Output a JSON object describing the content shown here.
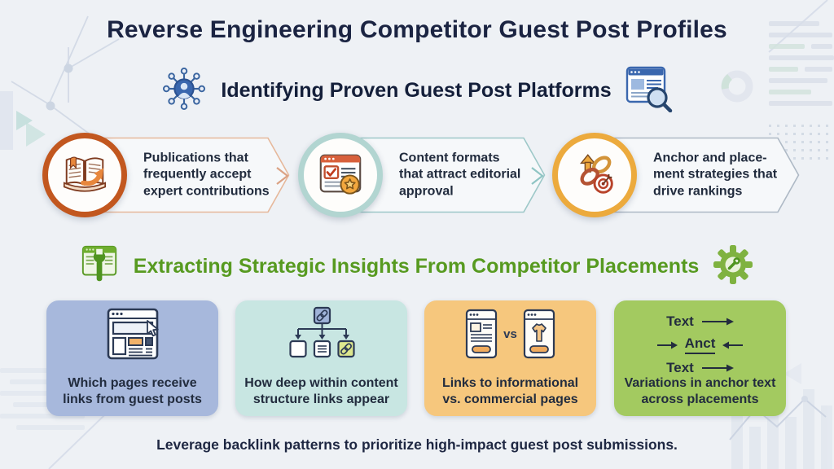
{
  "title": "Reverse Engineering Competitor Guest Post Profiles",
  "s1": {
    "heading": "Identifying Proven Guest Post Platforms",
    "left_icon": "people-network-icon",
    "right_icon": "page-search-icon",
    "items": [
      {
        "icon": "open-book-arrow-icon",
        "accent": "#c2571f",
        "lines": [
          "Publications that",
          "frequently accept",
          "expert contributions"
        ]
      },
      {
        "icon": "approved-article-icon",
        "accent": "#b2d5d1",
        "lines": [
          "Content formats",
          "that attract editorial",
          "approval"
        ]
      },
      {
        "icon": "link-chain-target-icon",
        "accent": "#ecaa3d",
        "lines": [
          "Anchor and place-",
          "ment strategies that",
          "drive rankings"
        ]
      }
    ]
  },
  "s2": {
    "heading": "Extracting Strategic Insights From Competitor Placements",
    "heading_color": "#579a20",
    "left_icon": "page-wrench-icon",
    "right_icon": "gear-wrench-icon",
    "cards": [
      {
        "icon": "webpage-cursor-icon",
        "bg": "#a7b8dc",
        "lines": [
          "Which pages receive",
          "links from guest posts"
        ]
      },
      {
        "icon": "link-hierarchy-icon",
        "bg": "#c8e6e2",
        "lines": [
          "How deep within content",
          "structure links appear"
        ]
      },
      {
        "icon": "informational-vs-commercial-icon",
        "bg": "#f6c77d",
        "vs": "vs",
        "lines": [
          "Links to informational",
          "vs. commercial pages"
        ]
      },
      {
        "icon": "anchor-text-variations-icon",
        "bg": "#a3ca60",
        "diagram": {
          "row1_word": "Text",
          "row2_word": "Anct",
          "row3_word": "Text"
        },
        "lines": [
          "Variations in anchor text",
          "across placements"
        ]
      }
    ]
  },
  "footer": "Leverage backlink patterns to prioritize high-impact guest post submissions."
}
